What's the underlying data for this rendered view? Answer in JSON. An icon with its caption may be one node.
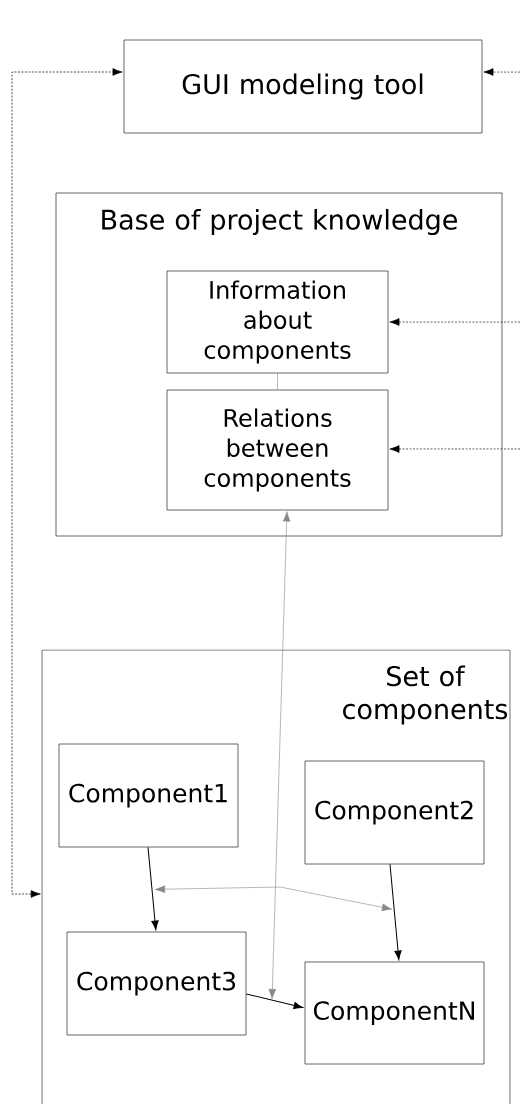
{
  "diagram": {
    "nodes": [
      {
        "text": [
          "GUI modeling tool"
        ]
      },
      {
        "text": [
          "Base of project knowledge"
        ]
      },
      {
        "text": [
          "Information about components"
        ],
        "in": 1
      },
      {
        "text": [
          "Relations between components"
        ],
        "in": 1
      },
      {
        "text": [
          "Set of components"
        ]
      },
      {
        "text": [
          "Component1"
        ],
        "in": 4
      },
      {
        "text": [
          "Component2"
        ],
        "in": 4
      },
      {
        "text": [
          "Component3"
        ],
        "in": 4
      },
      {
        "text": [
          "ComponentN"
        ],
        "in": 4
      }
    ],
    "edges": [
      {
        "from": 4,
        "to": 0,
        "arrow": "both",
        "style": "dashed"
      },
      {
        "from": null,
        "to": 0,
        "arrow": "to",
        "style": "dashed"
      },
      {
        "from": null,
        "to": 2,
        "arrow": "to",
        "style": "dashed"
      },
      {
        "from": null,
        "to": 3,
        "arrow": "to",
        "style": "dashed"
      },
      {
        "from": 2,
        "to": 3,
        "arrow": "none",
        "color": "#888888"
      },
      {
        "from": null,
        "to": 3,
        "arrow": "both",
        "color": "#888888"
      },
      {
        "from": 5,
        "to": 7,
        "arrow": "to"
      },
      {
        "from": 6,
        "to": 8,
        "arrow": "to"
      },
      {
        "from": 7,
        "to": 8,
        "arrow": "to"
      },
      {
        "from": 5,
        "to": 6,
        "arrow": "both",
        "color": "#888888"
      }
    ]
  }
}
